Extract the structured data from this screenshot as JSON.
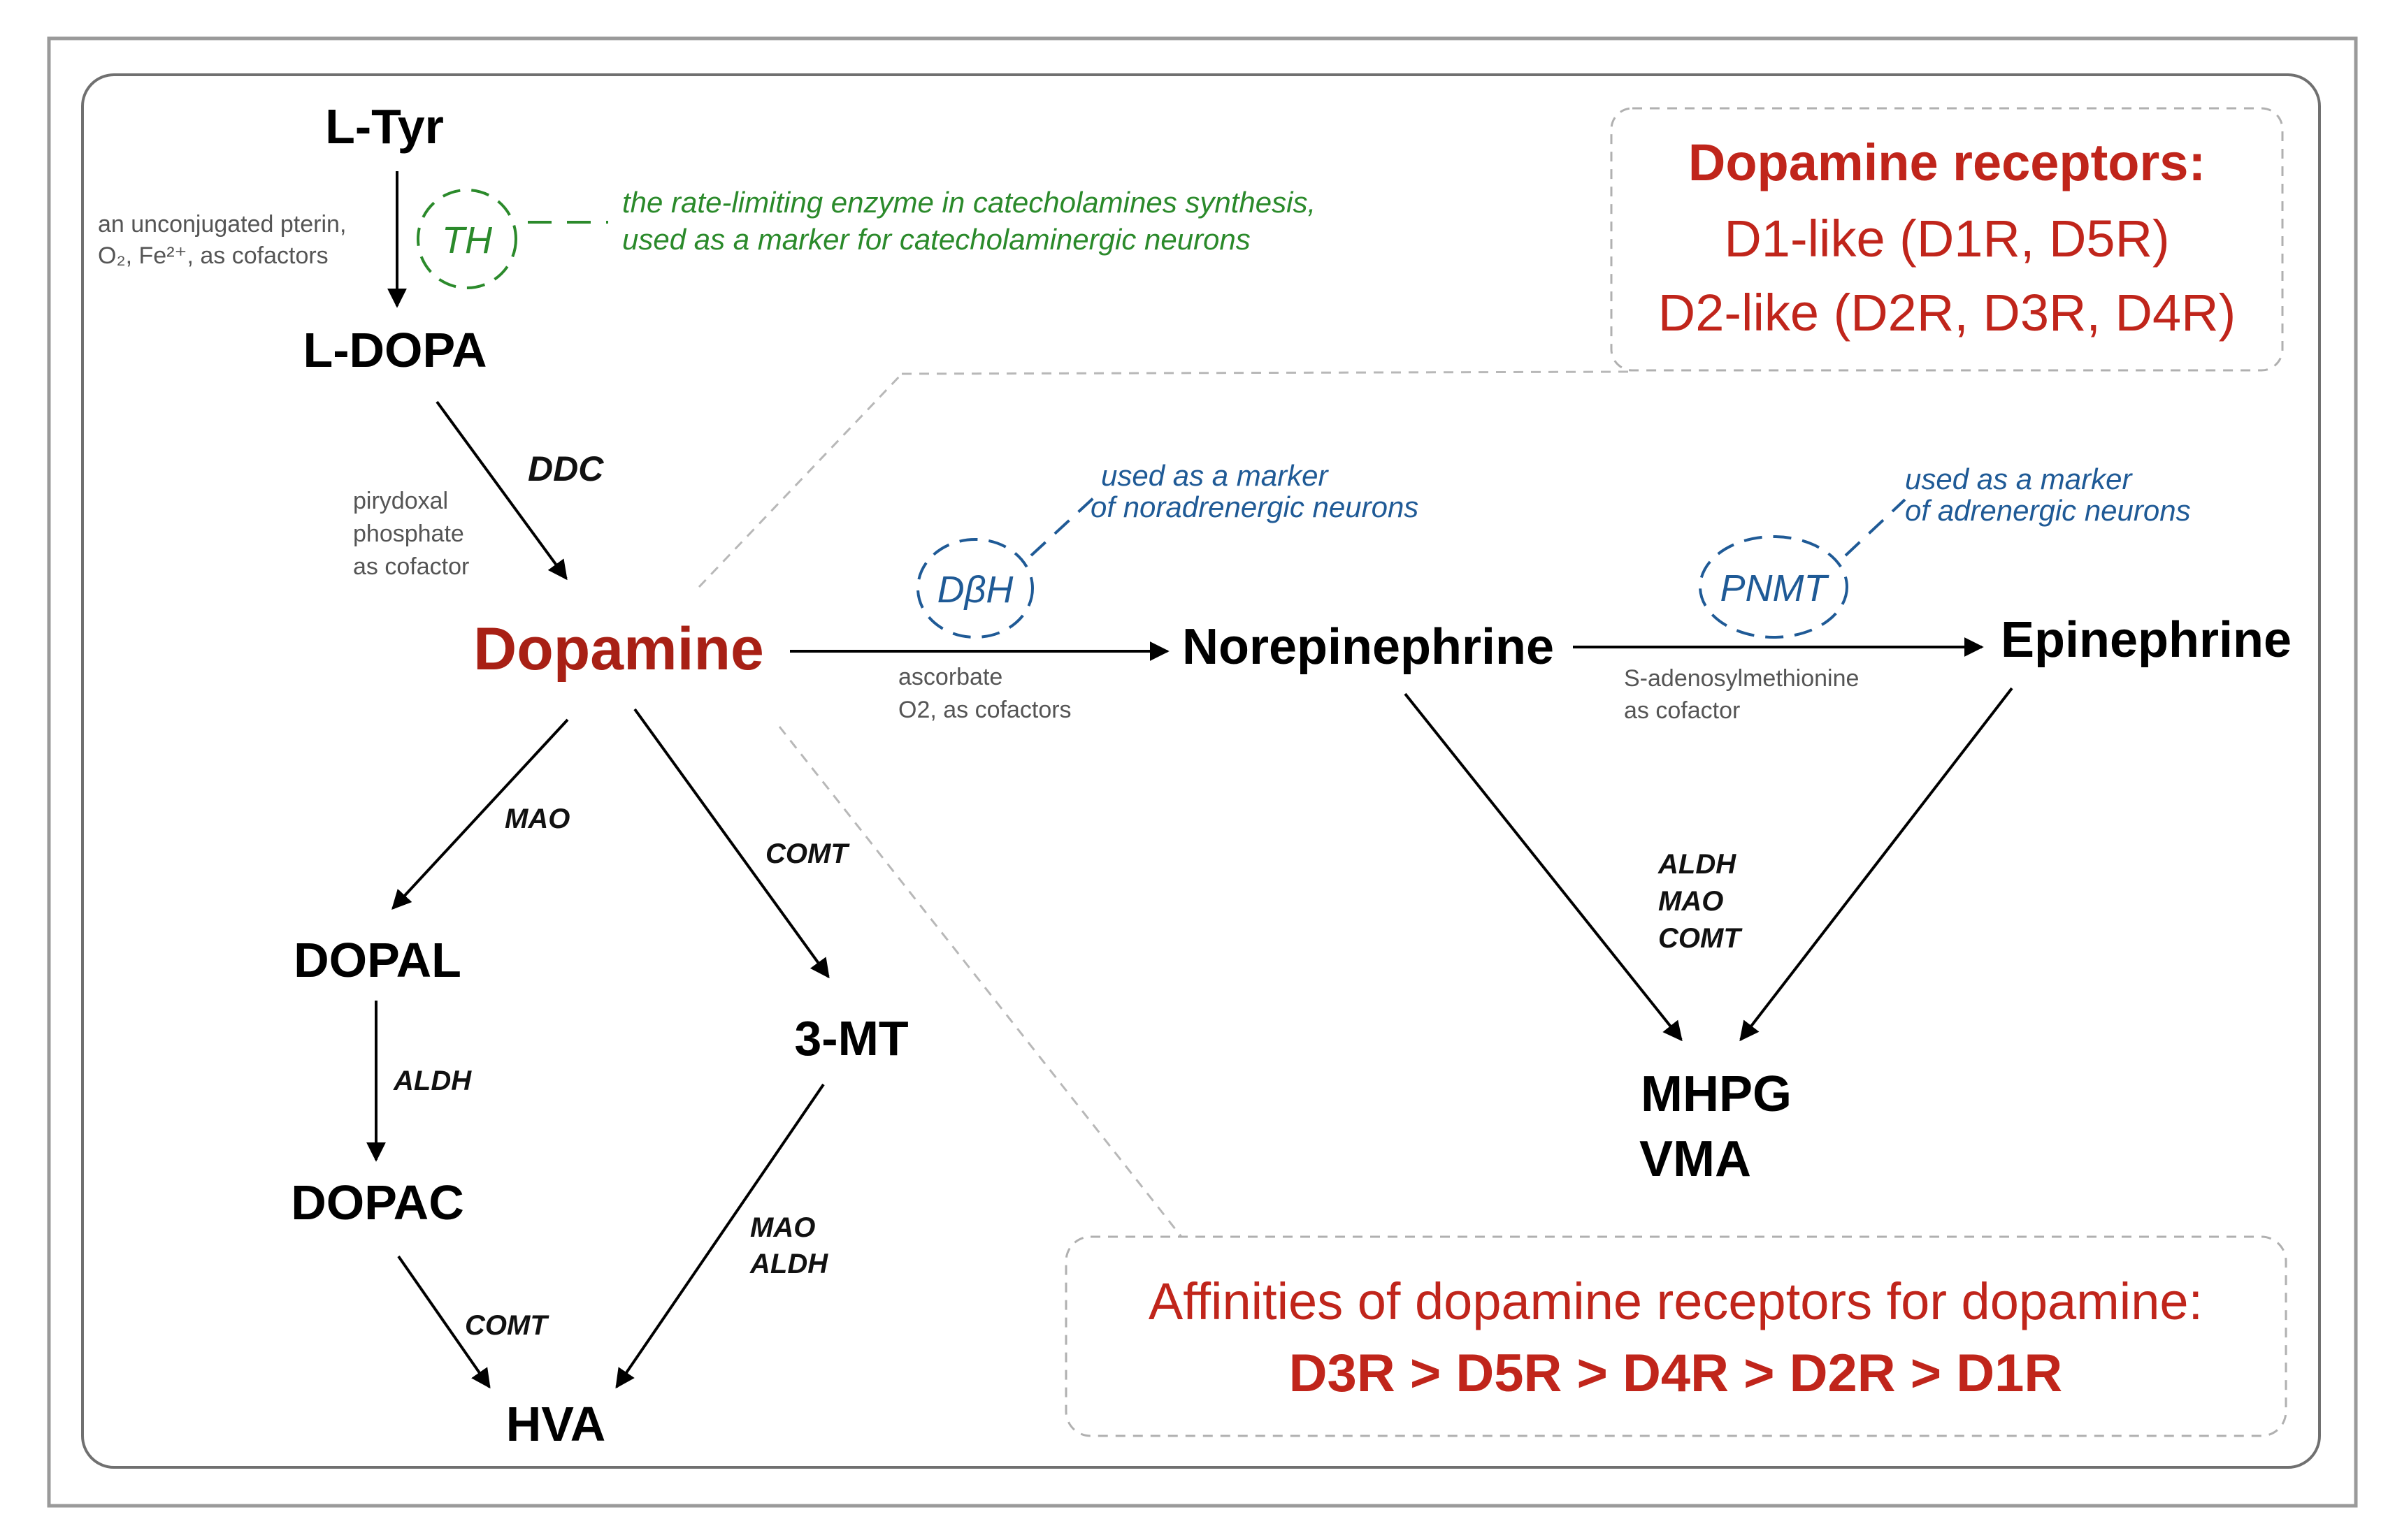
{
  "colors": {
    "dopamine": "#a82015",
    "red": "#c0251b",
    "green": "#2b8a2b",
    "blue": "#1f5a96",
    "frame": "#9a9a9a",
    "dash": "#b8b8b8"
  },
  "nodes": {
    "ltyr": "L-Tyr",
    "ldopa": "L-DOPA",
    "dopamine": "Dopamine",
    "norepinephrine": "Norepinephrine",
    "epinephrine": "Epinephrine",
    "dopal": "DOPAL",
    "dopac": "DOPAC",
    "three_mt": "3-MT",
    "hva": "HVA",
    "mhpg": "MHPG",
    "vma": "VMA"
  },
  "enzymes": {
    "th": "TH",
    "ddc": "DDC",
    "dbh": "DβH",
    "pnmt": "PNMT",
    "mao_dopal": "MAO",
    "comt_3mt": "COMT",
    "aldh_dopac": "ALDH",
    "comt_hva": "COMT",
    "mao_aldh": [
      "MAO",
      "ALDH"
    ],
    "ne_ep_metab": [
      "ALDH",
      "MAO",
      "COMT"
    ]
  },
  "cofactors": {
    "th": [
      "an unconjugated pterin,",
      "O₂, Fe²⁺, as cofactors"
    ],
    "ddc": [
      "pirydoxal",
      "phosphate",
      "as cofactor"
    ],
    "dbh": [
      "ascorbate",
      "O2, as cofactors"
    ],
    "pnmt": [
      "S-adenosylmethionine",
      "as cofactor"
    ]
  },
  "notes": {
    "th": [
      "the rate-limiting enzyme in catecholamines synthesis,",
      "used as a marker for catecholaminergic neurons"
    ],
    "dbh": [
      "used as a marker",
      "of noradrenergic  neurons"
    ],
    "pnmt": [
      "used as a marker",
      "of adrenergic neurons"
    ]
  },
  "receptors_box": {
    "title": "Dopamine receptors:",
    "d1": "D1-like (D1R, D5R)",
    "d2": "D2-like (D2R, D3R, D4R)"
  },
  "affinity_box": {
    "title": "Affinities of dopamine receptors for dopamine:",
    "order": "D3R > D5R > D4R > D2R > D1R"
  }
}
